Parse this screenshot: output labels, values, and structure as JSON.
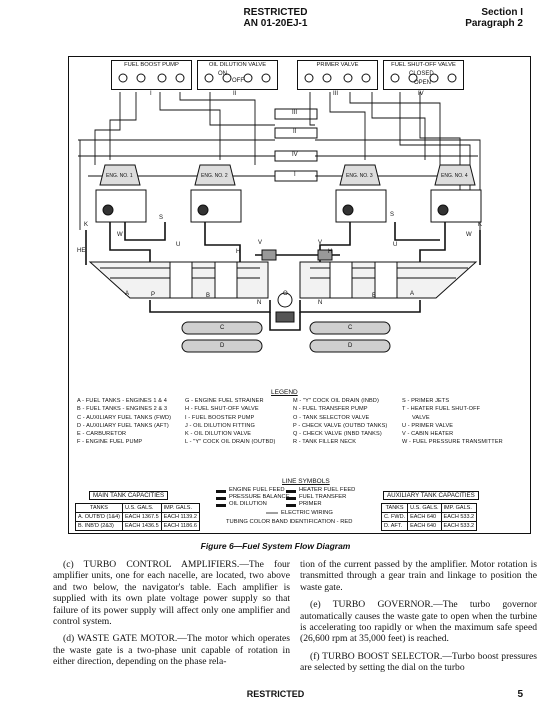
{
  "header": {
    "restricted": "RESTRICTED",
    "doc_number": "AN 01-20EJ-1",
    "section": "Section I",
    "paragraph": "Paragraph 2"
  },
  "diagram": {
    "panels": [
      {
        "title": "FUEL BOOST PUMP",
        "numeral": "I"
      },
      {
        "title": "OIL DILUTION VALVE",
        "numeral": "II"
      },
      {
        "title": "PRIMER VALVE",
        "numeral": "III"
      },
      {
        "title": "FUEL SHUT-OFF VALVE",
        "numeral": "IV"
      }
    ],
    "switch_labels": {
      "on": "ON",
      "off": "OFF",
      "closed": "CLOSED",
      "open": "OPEN"
    },
    "cable_labels": [
      "III",
      "II",
      "IV",
      "I"
    ],
    "engines": [
      "ENG. NO. 1",
      "ENG. NO. 2",
      "ENG. NO. 3",
      "ENG. NO. 4"
    ],
    "letters": {
      "a": "A",
      "b": "B",
      "c": "C",
      "d": "D",
      "p": "P",
      "l": "L",
      "o": "O",
      "v": "V",
      "h": "H",
      "w": "W",
      "k": "K",
      "s": "S",
      "u": "U",
      "g": "G",
      "n": "N",
      "m": "M",
      "t": "T",
      "e": "E",
      "q": "Q",
      "he": "HE"
    },
    "legend_title": "LEGEND",
    "legend": [
      [
        "A - FUEL TANKS - ENGINES 1 & 4",
        "G - ENGINE FUEL STRAINER",
        "M - \"Y\" COCK OIL DRAIN (INBD)",
        "S - PRIMER JETS"
      ],
      [
        "B - FUEL TANKS - ENGINES 2 & 3",
        "H - FUEL SHUT-OFF VALVE",
        "N - FUEL TRANSFER PUMP",
        "T - HEATER FUEL SHUT-OFF"
      ],
      [
        "C - AUXILIARY FUEL TANKS (FWD)",
        "I - FUEL BOOSTER PUMP",
        "O - TANK SELECTOR VALVE",
        "VALVE"
      ],
      [
        "D - AUXILIARY FUEL TANKS (AFT)",
        "J - OIL DILUTION FITTING",
        "P - CHECK VALVE (OUTBD TANKS)",
        "U - PRIMER VALVE"
      ],
      [
        "E - CARBURETOR",
        "K - OIL DILUTION VALVE",
        "Q - CHECK VALVE (INBD TANKS)",
        "V - CABIN HEATER"
      ],
      [
        "F - ENGINE FUEL PUMP",
        "L - \"Y\" COCK OIL DRAIN (OUTBD)",
        "R - TANK FILLER NECK",
        "W - FUEL PRESSURE TRANSMITTER"
      ]
    ],
    "line_symbols_title": "LINE SYMBOLS",
    "line_symbols": [
      "ENGINE FUEL FEED",
      "HEATER FUEL FEED",
      "PRESSURE BALANCE",
      "FUEL TRANSFER",
      "OIL DILUTION",
      "PRIMER",
      "ELECTRIC WIRING",
      "TUBING COLOR BAND IDENTIFICATION - RED"
    ],
    "main_tank": {
      "title": "MAIN TANK CAPACITIES",
      "headers": [
        "TANKS",
        "U.S. GALS.",
        "IMP. GALS."
      ],
      "rows": [
        [
          "A. OUTB'D (1&4)",
          "EACH 1367.5",
          "EACH 1139.2"
        ],
        [
          "B. INB'D (2&3)",
          "EACH 1436.5",
          "EACH 1186.6"
        ]
      ]
    },
    "aux_tank": {
      "title": "AUXILIARY TANK CAPACITIES",
      "headers": [
        "TANKS",
        "U.S. GALS.",
        "IMP. GALS."
      ],
      "rows": [
        [
          "C. FWD.",
          "EACH 640",
          "EACH 533.2"
        ],
        [
          "D. AFT.",
          "EACH 640",
          "EACH 533.2"
        ]
      ]
    }
  },
  "caption": "Figure 6—Fuel System Flow Diagram",
  "body": {
    "left": [
      "(c) TURBO CONTROL AMPLIFIERS.—The four amplifier units, one for each nacelle, are located, two above and two below, the navigator's table. Each amplifier is supplied with its own plate voltage power supply so that failure of its power supply will affect only one amplifier and control system.",
      "(d) WASTE GATE MOTOR.—The motor which operates the waste gate is a two-phase unit capable of rotation in either direction, depending on the phase rela-"
    ],
    "right": [
      "tion of the current passed by the amplifier. Motor rotation is transmitted through a gear train and linkage to position the waste gate.",
      "(e) TURBO GOVERNOR.—The turbo governor automatically causes the waste gate to open when the turbine is accelerating too rapidly or when the maximum safe speed (26,600 rpm at 35,000 feet) is reached.",
      "(f) TURBO BOOST SELECTOR.—Turbo boost pressures are selected by setting the dial on the turbo"
    ]
  },
  "footer": {
    "restricted": "RESTRICTED",
    "page": "5"
  }
}
